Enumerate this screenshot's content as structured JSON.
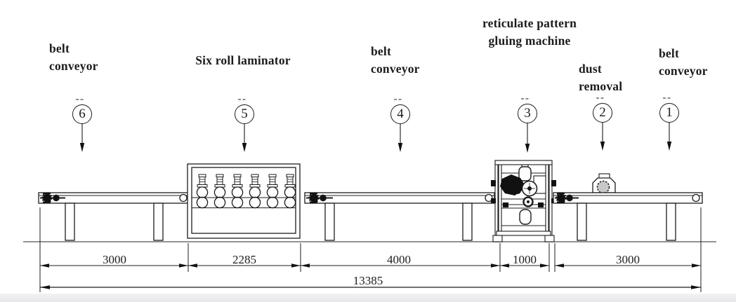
{
  "machines": [
    {
      "number": "6",
      "label": "belt\nconveyor"
    },
    {
      "number": "5",
      "label": "Six roll laminator"
    },
    {
      "number": "4",
      "label": "belt\nconveyor"
    },
    {
      "number": "3",
      "label": "reticulate pattern\ngluing machine"
    },
    {
      "number": "2",
      "label": "dust\nremoval"
    },
    {
      "number": "1",
      "label": "belt\nconveyor"
    }
  ],
  "dimensions": {
    "segments": [
      {
        "value": "3000"
      },
      {
        "value": "2285"
      },
      {
        "value": "4000"
      },
      {
        "value": "1000"
      },
      {
        "value": "3000"
      }
    ],
    "total": "13385"
  },
  "colors": {
    "line": "#1c1c1c",
    "ground": "#6f6f6f",
    "dust_wheel_fill": "#c8c8c8",
    "bottom_strip": "#ebecee"
  }
}
